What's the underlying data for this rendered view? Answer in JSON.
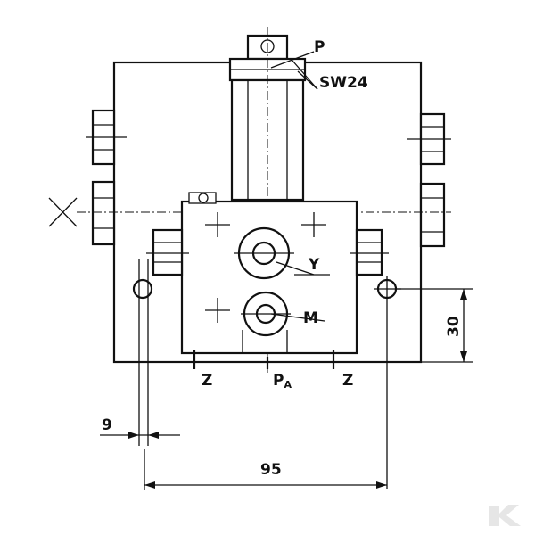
{
  "labels": {
    "p": "P",
    "sw": "SW24",
    "y": "Y",
    "m": "M",
    "z_left": "Z",
    "pa_main": "P",
    "pa_sub": "A",
    "z_right": "Z"
  },
  "dimensions": {
    "height": "30",
    "hole_dia": "9",
    "width": "95"
  },
  "colors": {
    "line": "#111111",
    "background": "#ffffff",
    "watermark": "#e6e6e6"
  },
  "icons": {
    "cross_marker": "x-mark-icon",
    "watermark": "k-logo-icon"
  }
}
